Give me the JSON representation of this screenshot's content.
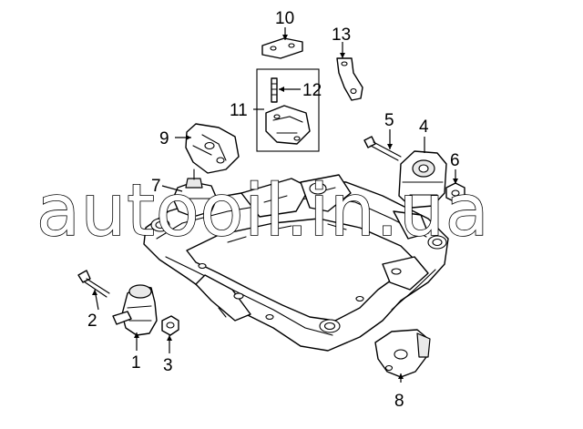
{
  "callouts": {
    "c1": "1",
    "c2": "2",
    "c3": "3",
    "c4": "4",
    "c5": "5",
    "c6": "6",
    "c7": "7",
    "c8": "8",
    "c9": "9",
    "c10": "10",
    "c11": "11",
    "c12": "12",
    "c13": "13"
  },
  "watermark": "autooil.in.ua",
  "colors": {
    "line": "#000000",
    "background": "#ffffff"
  }
}
